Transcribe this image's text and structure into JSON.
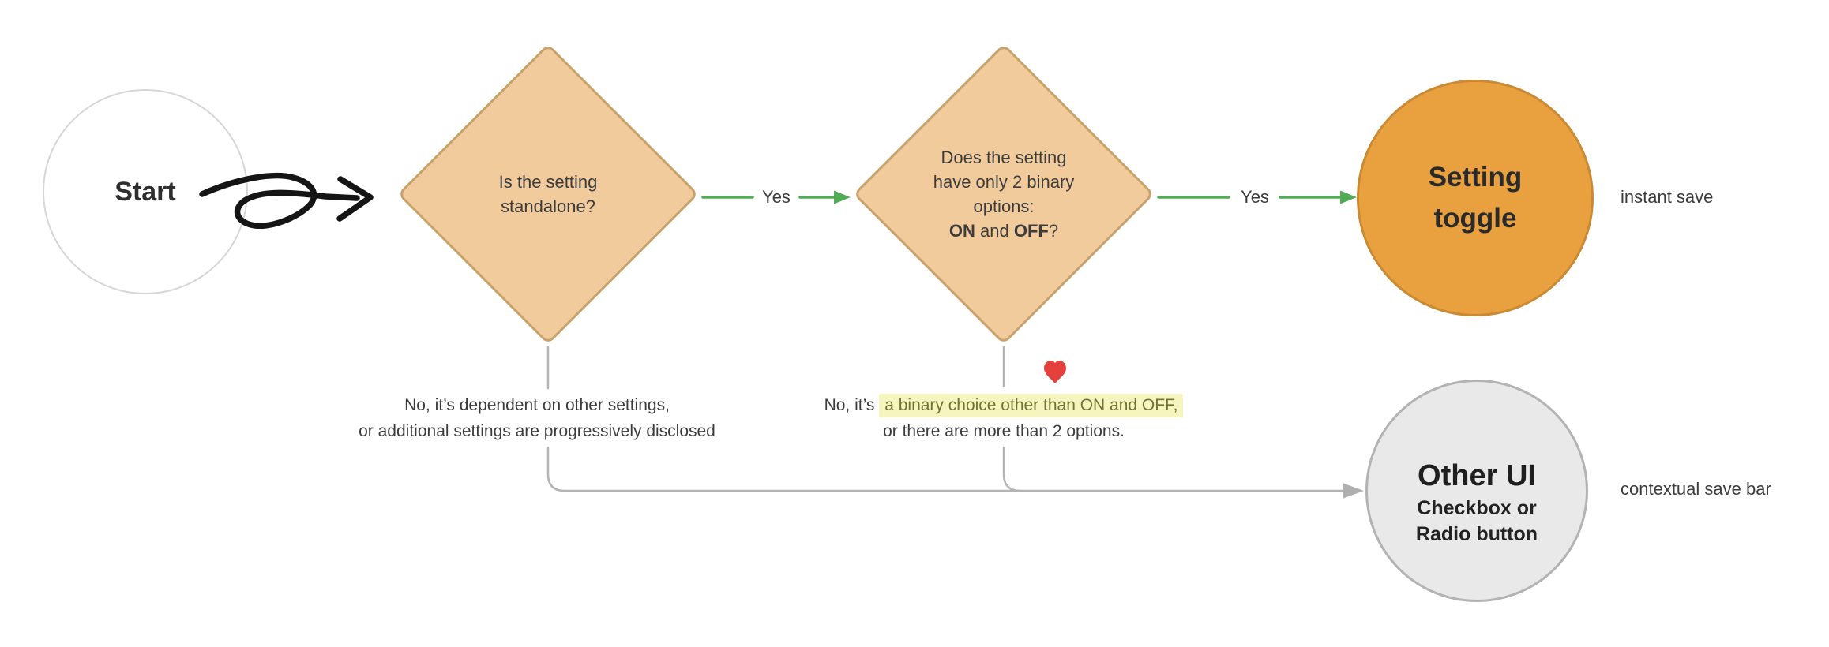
{
  "start": {
    "label": "Start"
  },
  "decision1": {
    "line1": "Is the setting",
    "line2": "standalone?"
  },
  "edge1": {
    "label": "Yes"
  },
  "decision2": {
    "line1": "Does the setting",
    "line2": "have only 2 binary",
    "line3": "options:",
    "line4_on": "ON",
    "line4_and": " and ",
    "line4_off": "OFF",
    "line4_q": "?"
  },
  "edge2": {
    "label": "Yes"
  },
  "outcome_toggle": {
    "line1": "Setting",
    "line2": "toggle",
    "note": "instant save"
  },
  "outcome_other": {
    "title": "Other UI",
    "sub1": "Checkbox or",
    "sub2": "Radio button",
    "note": "contextual save bar"
  },
  "no1": {
    "line1": "No, it’s dependent on other settings,",
    "line2": "or additional settings are progressively disclosed"
  },
  "no2": {
    "prefix": "No, it’s ",
    "highlight": "a binary choice other than ON and OFF,",
    "line2": "or there are more than 2 options."
  },
  "icons": {
    "heart": "red-heart"
  },
  "colors": {
    "diamond_fill": "#f1cb9b",
    "diamond_border": "#c7a26c",
    "toggle_fill": "#e9a140",
    "toggle_border": "#c98a33",
    "other_fill": "#e9e9e9",
    "other_border": "#b3b3b3",
    "green_arrow": "#52ab55",
    "gray_connector": "#b4b4b4",
    "highlight_bg": "#f6f5bf",
    "highlight_text": "#6e7431",
    "heart_red": "#e4403c",
    "doodle_black": "#151515"
  }
}
